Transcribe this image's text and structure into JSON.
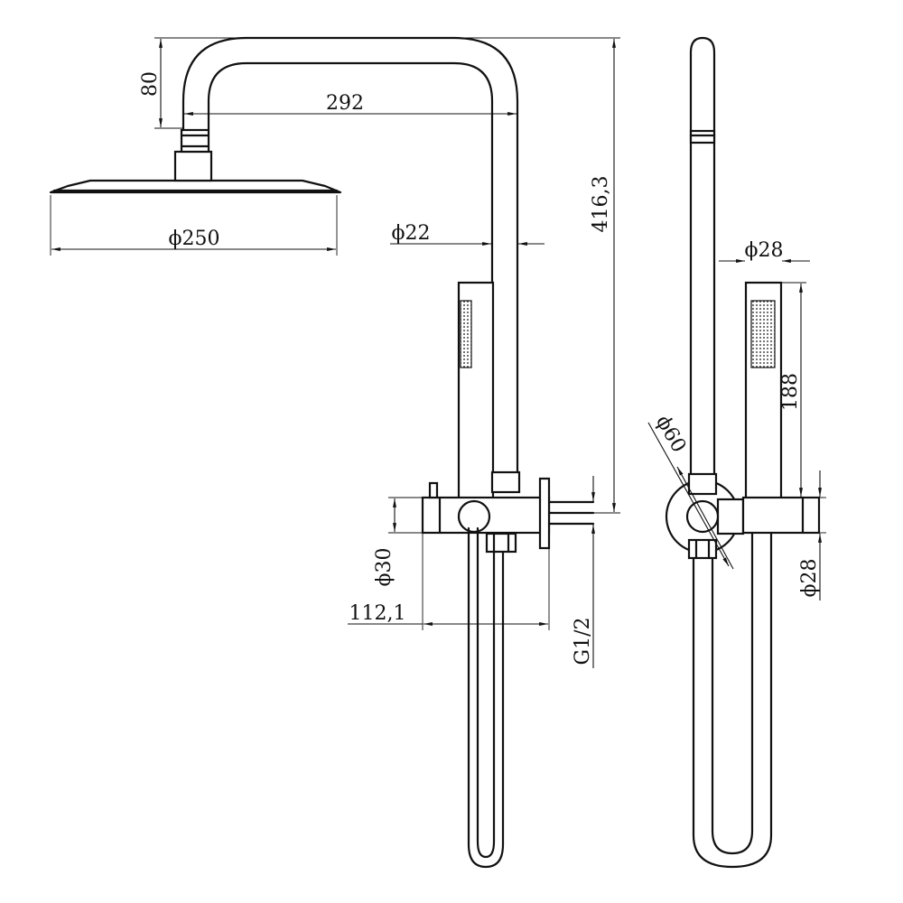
{
  "drawing": {
    "line_color": "#111111",
    "background": "#ffffff",
    "dimensions": {
      "head_diameter": "ϕ250",
      "arm_height": "80",
      "arm_reach": "292",
      "pipe_diameter": "ϕ22",
      "total_height": "416,3",
      "valve_diameter": "ϕ30",
      "valve_width": "112,1",
      "thread": "G1/2",
      "handshower_diameter": "ϕ28",
      "handshower_length": "188",
      "flange_diameter": "ϕ60",
      "holder_diameter": "ϕ28"
    }
  }
}
